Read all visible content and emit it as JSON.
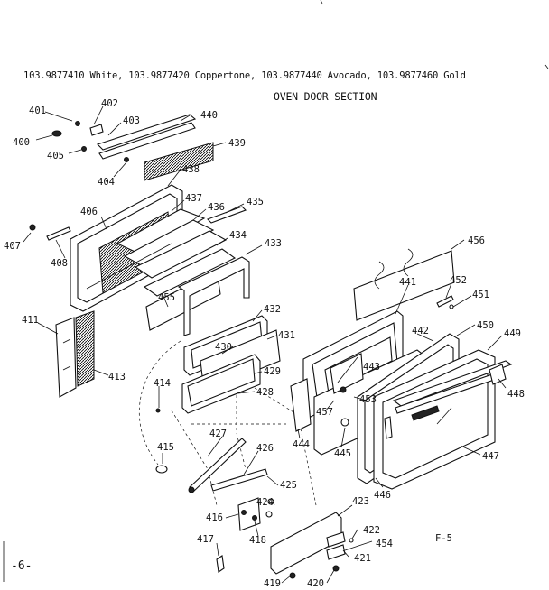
{
  "header": {
    "models": "103.9877410 White, 103.9877420 Coppertone, 103.9877440 Avocado, 103.9877460 Gold",
    "title": "OVEN DOOR SECTION"
  },
  "footer": {
    "figure": "F-5",
    "page": "-6-"
  },
  "parts": {
    "p400": "400",
    "p401": "401",
    "p402": "402",
    "p403": "403",
    "p404": "404",
    "p405": "405",
    "p406": "406",
    "p407": "407",
    "p408": "408",
    "p411": "411",
    "p413": "413",
    "p414": "414",
    "p415": "415",
    "p416": "416",
    "p417": "417",
    "p418": "418",
    "p419": "419",
    "p420": "420",
    "p421": "421",
    "p422": "422",
    "p423": "423",
    "p424": "424",
    "p425": "425",
    "p426": "426",
    "p427": "427",
    "p428": "428",
    "p429": "429",
    "p430": "430",
    "p431": "431",
    "p432": "432",
    "p433": "433",
    "p434": "434",
    "p435": "435",
    "p436": "436",
    "p437": "437",
    "p438": "438",
    "p439": "439",
    "p440": "440",
    "p441": "441",
    "p442": "442",
    "p443": "443",
    "p444": "444",
    "p445": "445",
    "p446": "446",
    "p447": "447",
    "p448": "448",
    "p449": "449",
    "p450": "450",
    "p451": "451",
    "p452": "452",
    "p453": "453",
    "p454": "454",
    "p455": "455",
    "p456": "456",
    "p457": "457"
  }
}
